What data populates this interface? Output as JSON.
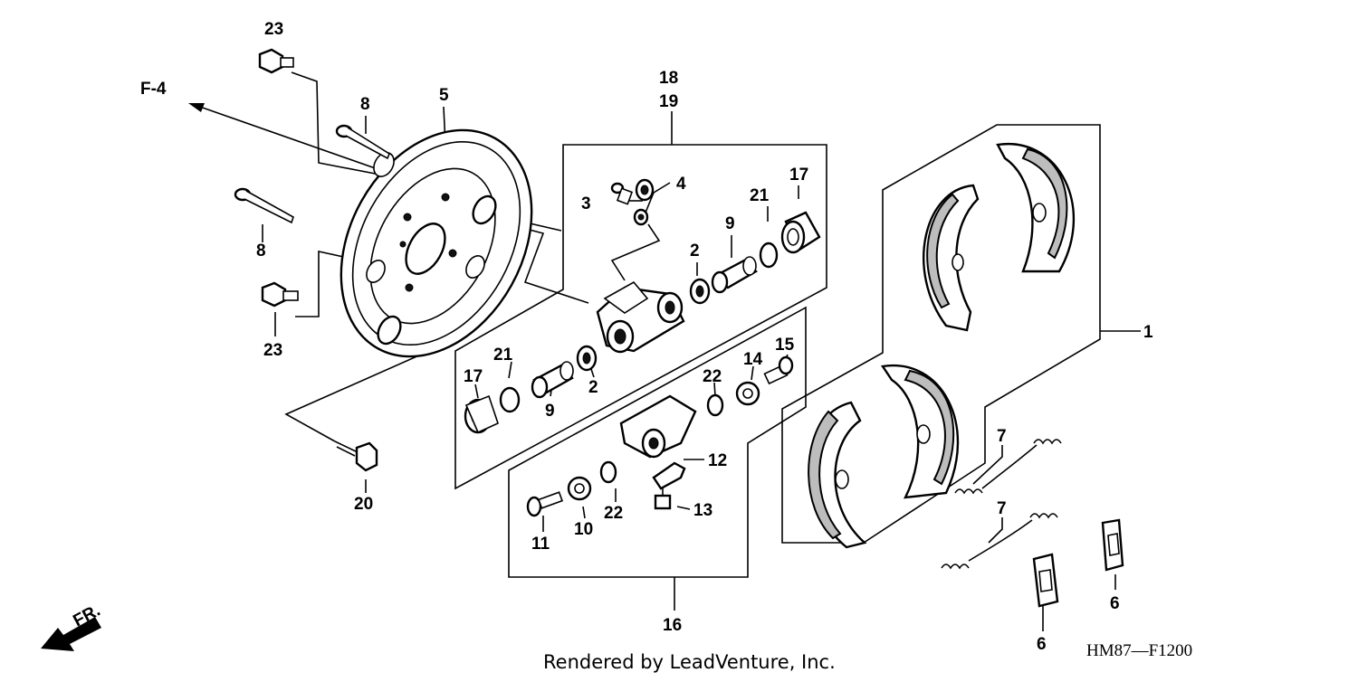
{
  "diagram": {
    "drawing_code": "HM87—F1200",
    "credit": "Rendered by LeadVenture, Inc.",
    "reference_label": "F-4",
    "front_label": "FR.",
    "callouts": [
      {
        "id": "c23a",
        "label": "23"
      },
      {
        "id": "c8a",
        "label": "8"
      },
      {
        "id": "c5",
        "label": "5"
      },
      {
        "id": "c8b",
        "label": "8"
      },
      {
        "id": "c23b",
        "label": "23"
      },
      {
        "id": "c20",
        "label": "20"
      },
      {
        "id": "c18",
        "label": "18"
      },
      {
        "id": "c19",
        "label": "19"
      },
      {
        "id": "c3",
        "label": "3"
      },
      {
        "id": "c4",
        "label": "4"
      },
      {
        "id": "c9a",
        "label": "9"
      },
      {
        "id": "c21a",
        "label": "21"
      },
      {
        "id": "c17a",
        "label": "17"
      },
      {
        "id": "c2a",
        "label": "2"
      },
      {
        "id": "c21b",
        "label": "21"
      },
      {
        "id": "c17b",
        "label": "17"
      },
      {
        "id": "c9b",
        "label": "9"
      },
      {
        "id": "c2b",
        "label": "2"
      },
      {
        "id": "c22a",
        "label": "22"
      },
      {
        "id": "c14",
        "label": "14"
      },
      {
        "id": "c15",
        "label": "15"
      },
      {
        "id": "c12",
        "label": "12"
      },
      {
        "id": "c13",
        "label": "13"
      },
      {
        "id": "c11",
        "label": "11"
      },
      {
        "id": "c10",
        "label": "10"
      },
      {
        "id": "c22b",
        "label": "22"
      },
      {
        "id": "c16",
        "label": "16"
      },
      {
        "id": "c1",
        "label": "1"
      },
      {
        "id": "c7a",
        "label": "7"
      },
      {
        "id": "c7b",
        "label": "7"
      },
      {
        "id": "c6a",
        "label": "6"
      },
      {
        "id": "c6b",
        "label": "6"
      }
    ]
  },
  "colors": {
    "line": "#000000",
    "background": "#ffffff",
    "lining": "#bdbdbd"
  }
}
